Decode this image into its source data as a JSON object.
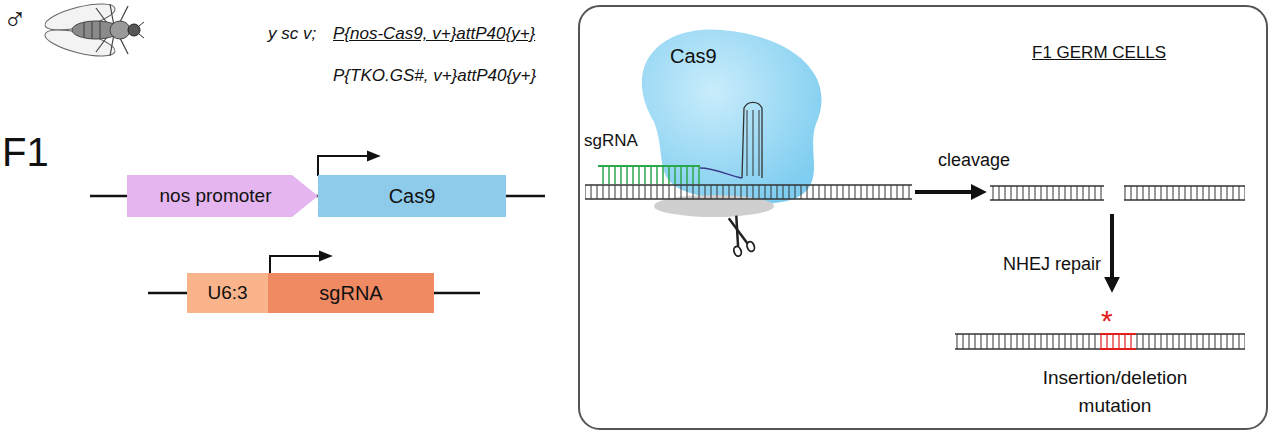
{
  "diagram": {
    "nodes": [
      {
        "text": [
          "nos promoter"
        ]
      },
      {
        "text": [
          "Cas9"
        ]
      },
      {
        "text": [
          "U6:3"
        ]
      },
      {
        "text": [
          "sgRNA"
        ]
      },
      {
        "text": [
          "F1 GERM CELLS"
        ]
      },
      {
        "text": [
          "Cas9"
        ],
        "in": 4
      }
    ],
    "labels": [
      "♂",
      "y sc v;",
      "P{nos-Cas9, v+}attP40{y+}",
      "P{TKO.GS#, v+}attP40{y+}",
      "F1",
      "sgRNA",
      "cleavage",
      "NHEJ repair",
      "*",
      "Insertion/deletion mutation"
    ]
  }
}
